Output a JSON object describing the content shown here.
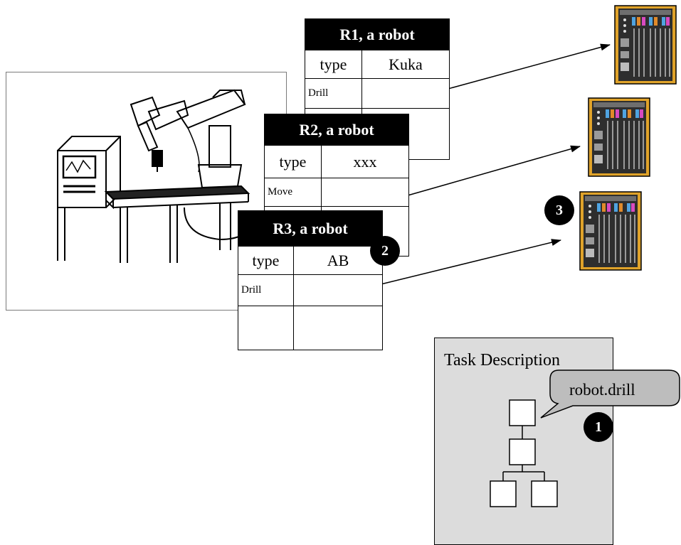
{
  "robots": [
    {
      "title": "R1, a robot",
      "type_key": "type",
      "type_value": "Kuka",
      "op": "Drill"
    },
    {
      "title": "R2, a robot",
      "type_key": "type",
      "type_value": "xxx",
      "op": "Move"
    },
    {
      "title": "R3, a robot",
      "type_key": "type",
      "type_value": "AB",
      "op": "Drill"
    }
  ],
  "badges": [
    "1",
    "2",
    "3"
  ],
  "task": {
    "title": "Task Description",
    "callout": "robot.drill"
  },
  "colors": {
    "controller_body": "#2e2e2e",
    "controller_frame": "#e0a32a",
    "task_bg": "#dcdcdc"
  }
}
